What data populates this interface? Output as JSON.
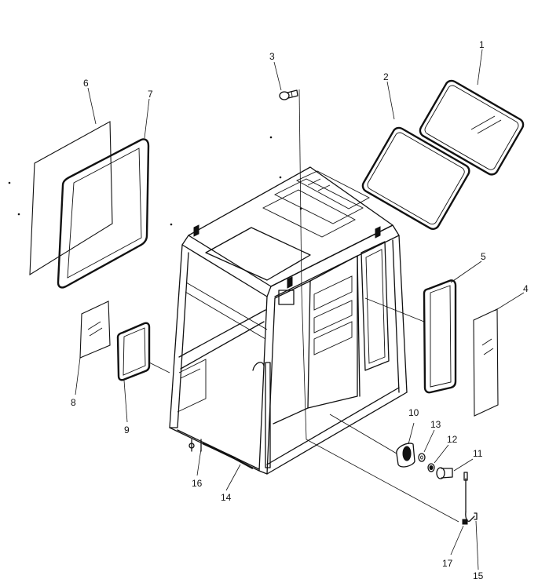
{
  "diagram": {
    "callouts": [
      {
        "id": "1",
        "text": "1"
      },
      {
        "id": "2",
        "text": "2"
      },
      {
        "id": "3",
        "text": "3"
      },
      {
        "id": "4",
        "text": "4"
      },
      {
        "id": "5",
        "text": "5"
      },
      {
        "id": "6",
        "text": "6"
      },
      {
        "id": "7",
        "text": "7"
      },
      {
        "id": "8",
        "text": "8"
      },
      {
        "id": "9",
        "text": "9"
      },
      {
        "id": "10",
        "text": "10"
      },
      {
        "id": "11",
        "text": "11"
      },
      {
        "id": "12",
        "text": "12"
      },
      {
        "id": "13",
        "text": "13"
      },
      {
        "id": "14",
        "text": "14"
      },
      {
        "id": "15",
        "text": "15"
      },
      {
        "id": "16",
        "text": "16"
      },
      {
        "id": "17",
        "text": "17"
      }
    ]
  }
}
